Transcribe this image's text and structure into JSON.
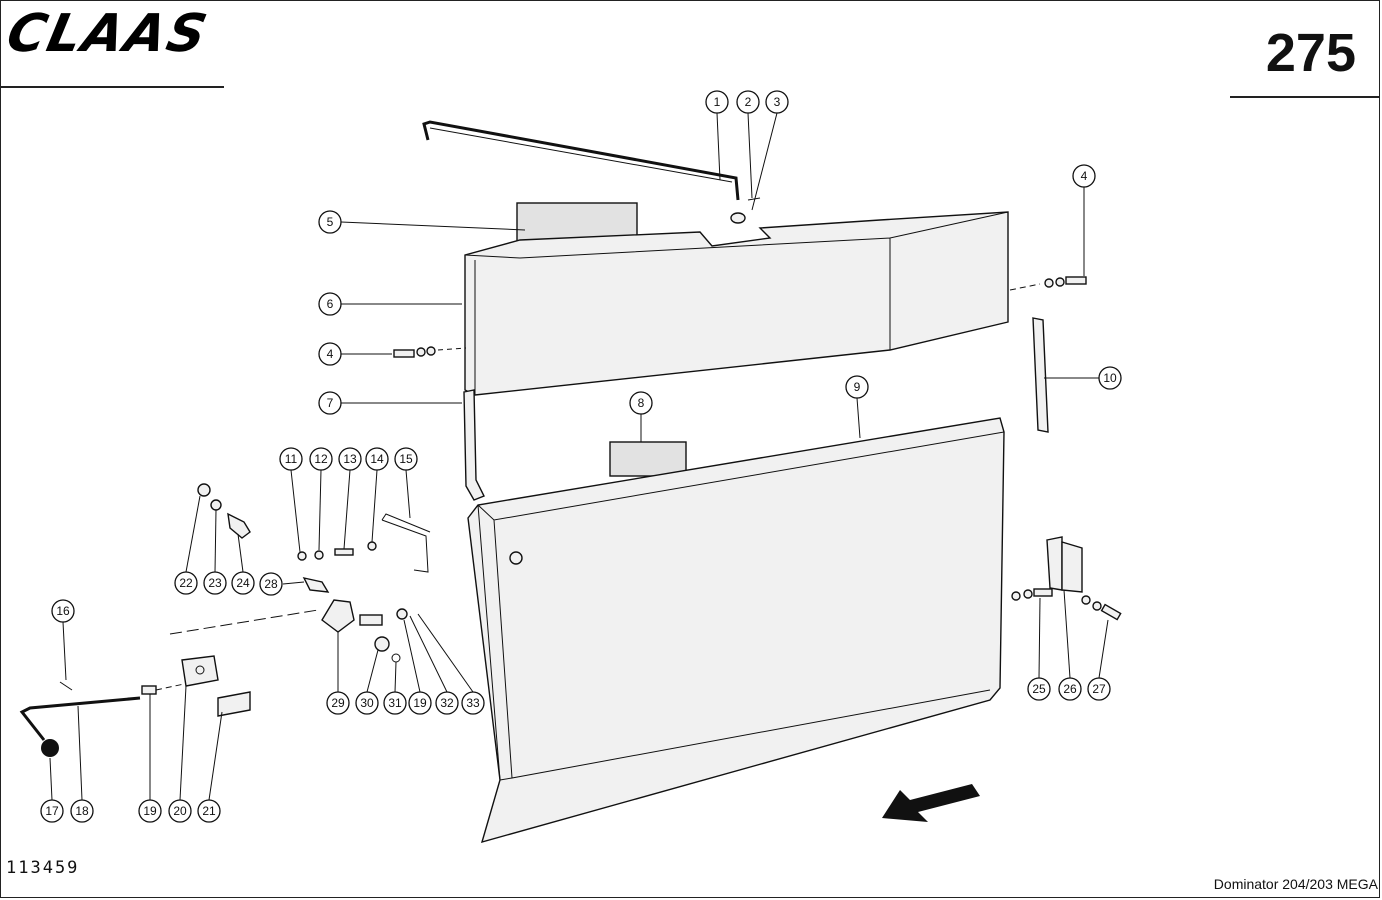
{
  "header": {
    "brand": "CLAAS",
    "page_number": "275"
  },
  "footer": {
    "drawing_number": "113459",
    "model": "Dominator 204/203 MEGA"
  },
  "callouts": [
    "1",
    "2",
    "3",
    "4",
    "5",
    "6",
    "4",
    "7",
    "8",
    "9",
    "10",
    "11",
    "12",
    "13",
    "14",
    "15",
    "22",
    "23",
    "24",
    "28",
    "16",
    "29",
    "30",
    "31",
    "19",
    "32",
    "33",
    "25",
    "26",
    "27",
    "17",
    "18",
    "19",
    "20",
    "21"
  ]
}
